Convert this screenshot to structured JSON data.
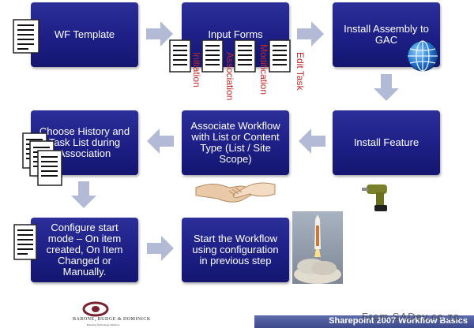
{
  "steps": {
    "wf_template": "WF Template",
    "input_forms": "Input Forms",
    "install_assembly": [
      "Install Assembly to",
      "GAC"
    ],
    "install_feature": "Install Feature",
    "associate": [
      "Associate Workflow",
      "with List or Content",
      "Type (List / Site",
      "Scope)"
    ],
    "choose_history": [
      "Choose History and",
      "Task List during",
      "Association"
    ],
    "configure": [
      "Configure start",
      "mode – On item",
      "created, On Item",
      "Changed or",
      "Manually."
    ],
    "start": [
      "Start the Workflow",
      "using configuration",
      "in previous step"
    ]
  },
  "form_types": [
    "Initiation",
    "Association",
    "Modification",
    "Edit Task"
  ],
  "footer": {
    "title": "Sharepoint 2007 Workflow Basics",
    "watermark": "From SADev.co.za"
  },
  "logo": {
    "name": "BARONE, BUDGE & DOMINICK",
    "tagline": "Business Technology Solutions"
  },
  "colors": {
    "box": "#1d1f86",
    "arrow": "#b3bad5",
    "label": "#c0282b",
    "logo": "#7a1f2e"
  }
}
